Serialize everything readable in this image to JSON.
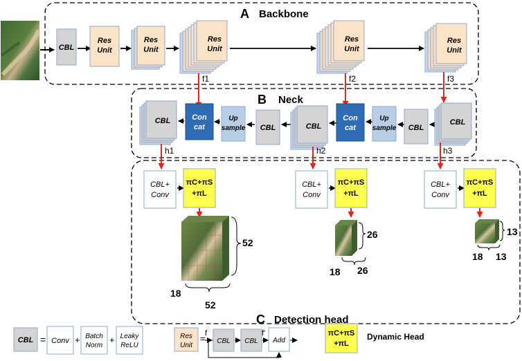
{
  "sections": {
    "backbone": {
      "letter": "A",
      "title": "Backbone"
    },
    "neck": {
      "letter": "B",
      "title": "Neck"
    },
    "head": {
      "letter": "C",
      "title": "Detection head"
    }
  },
  "blocks": {
    "cbl": "CBL",
    "res_line1": "Res",
    "res_line2": "Unit",
    "concat_line1": "Con",
    "concat_line2": "cat",
    "upsample_line1": "Up",
    "upsample_line2": "sample",
    "cblconv_line1": "CBL+",
    "cblconv_line2": "Conv",
    "dyn_line1": "πC+πS",
    "dyn_line2": "+πL"
  },
  "feature_labels": {
    "f1": "f1",
    "f2": "f2",
    "f3": "f3",
    "h1": "h1",
    "h2": "h2",
    "h3": "h3"
  },
  "outputs": [
    {
      "size": "52",
      "depth": "18"
    },
    {
      "size": "26",
      "depth": "18"
    },
    {
      "size": "13",
      "depth": "18"
    }
  ],
  "legend": {
    "conv": "Conv",
    "plus": "+",
    "batch_line1": "Batch",
    "batch_line2": "Norm",
    "leaky_line1": "Leaky",
    "leaky_line2": "ReLU",
    "equals": "=",
    "f_in": "f",
    "f_prime": "f'",
    "add": "Add",
    "dynamic_head": "Dynamic Head"
  },
  "colors": {
    "cbl_fill": "#d4d4d4",
    "res_fill": "#fbe3c8",
    "concat_fill": "#2e6cb5",
    "upsample_fill": "#b9cde4",
    "cblconv_fill": "#ffffff",
    "dyn_fill": "#ffff4d",
    "stack_back": "#c9d8ec",
    "arrow_red": "#e8231c"
  }
}
